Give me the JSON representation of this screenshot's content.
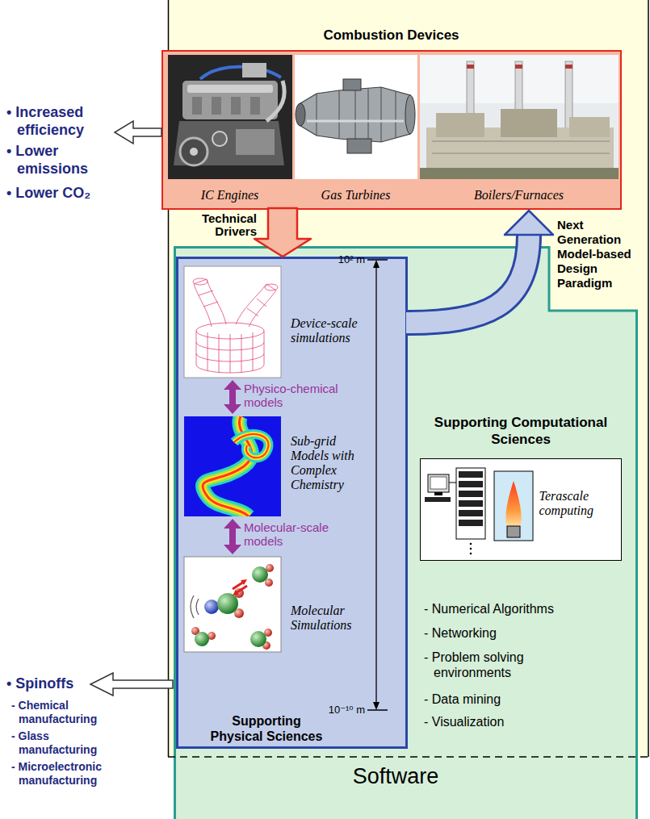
{
  "diagram": {
    "nodes": [
      {
        "text": [
          "Combustion Devices"
        ]
      },
      {
        "text": [
          "IC Engines"
        ],
        "in": 0
      },
      {
        "text": [
          "Gas Turbines"
        ],
        "in": 0
      },
      {
        "text": [
          "Boilers/Furnaces"
        ],
        "in": 0
      },
      {
        "text": [
          "Supporting Computational Sciences",
          "- Numerical Algorithms",
          "- Networking",
          "- Problem solving environments",
          "- Data mining",
          "- Visualization"
        ]
      },
      {
        "text": [
          "Terascale computing"
        ],
        "in": 4
      },
      {
        "text": [
          "Supporting Physical Sciences"
        ],
        "in": 4
      },
      {
        "text": [
          "Device-scale simulations"
        ],
        "in": 6
      },
      {
        "text": [
          "Sub-grid Models with Complex Chemistry"
        ],
        "in": 6
      },
      {
        "text": [
          "Molecular Simulations"
        ],
        "in": 6
      }
    ],
    "edges": [
      {
        "from": 0,
        "to": 6,
        "arrow": "to",
        "label": "Technical Drivers"
      },
      {
        "from": 6,
        "to": 0,
        "arrow": "to",
        "label": "Next Generation Model-based Design Paradigm"
      },
      {
        "from": 7,
        "to": 8,
        "arrow": "both",
        "label": "Physico-chemical models"
      },
      {
        "from": 8,
        "to": 9,
        "arrow": "both",
        "label": "Molecular-scale models"
      }
    ],
    "labels": [
      "• Increased efficiency",
      "• Lower emissions",
      "• Lower CO₂",
      "• Spinoffs",
      "- Chemical manufacturing",
      "- Glass manufacturing",
      "- Microelectronic manufacturing",
      "10² m",
      "10⁻¹⁰ m",
      "Software"
    ]
  }
}
